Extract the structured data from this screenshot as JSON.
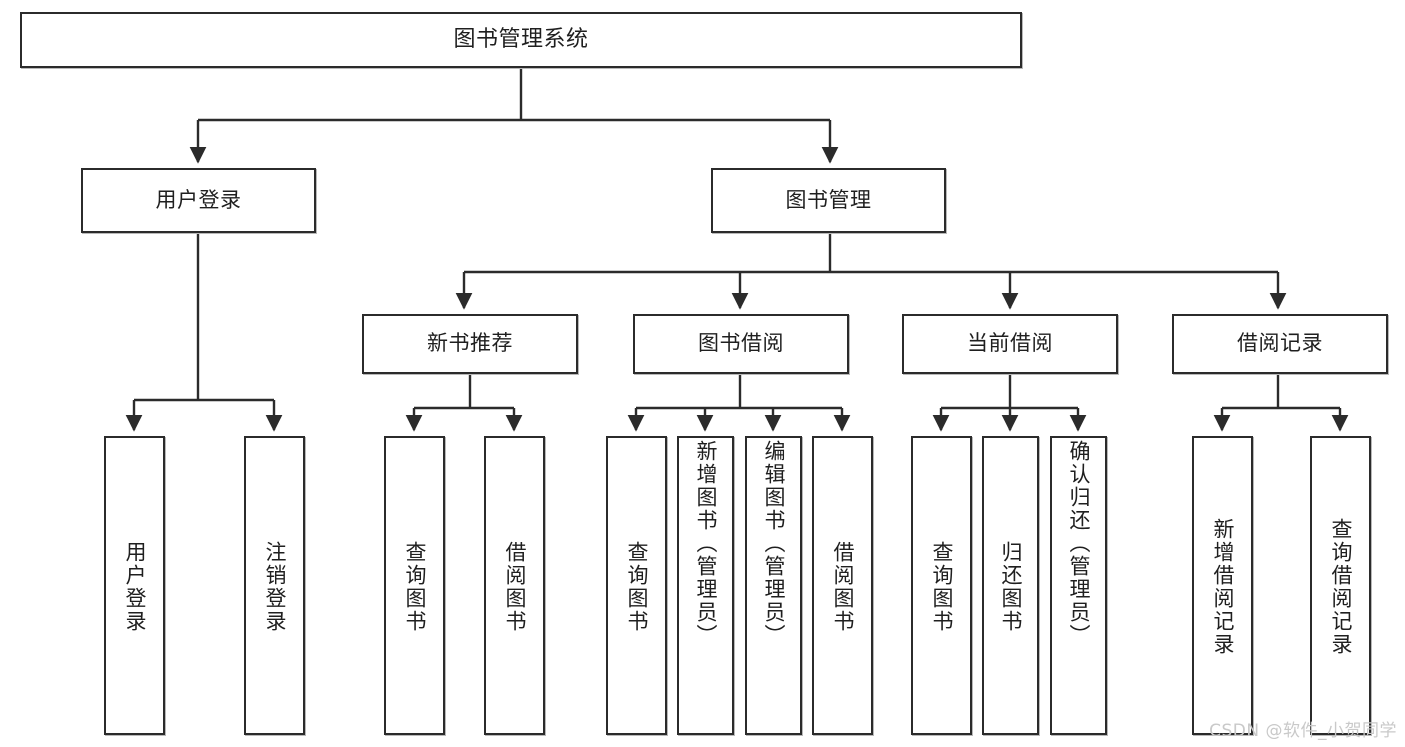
{
  "diagram": {
    "title": "图书管理系统",
    "type": "tree-hierarchy-diagram",
    "watermark": "CSDN @软件_小贺同学",
    "colors": {
      "box_border": "#2b2b2b",
      "box_fill": "#ffffff",
      "text": "#1f1f1f",
      "edge": "#2b2b2b",
      "watermark": "#c9c9c9",
      "background": "#ffffff"
    },
    "nodes": {
      "root": {
        "label": "图书管理系统"
      },
      "level2": [
        {
          "label": "用户登录"
        },
        {
          "label": "图书管理"
        }
      ],
      "level3": [
        {
          "label": "新书推荐"
        },
        {
          "label": "图书借阅"
        },
        {
          "label": "当前借阅"
        },
        {
          "label": "借阅记录"
        }
      ],
      "leaves": {
        "user_login": [
          {
            "label": "用户登录"
          },
          {
            "label": "注销登录"
          }
        ],
        "new_book_recommend": [
          {
            "label": "查询图书"
          },
          {
            "label": "借阅图书"
          }
        ],
        "book_borrow": [
          {
            "label": "查询图书"
          },
          {
            "label": "新增图书（管理员）"
          },
          {
            "label": "编辑图书（管理员）"
          },
          {
            "label": "借阅图书"
          }
        ],
        "current_borrow": [
          {
            "label": "查询图书"
          },
          {
            "label": "归还图书"
          },
          {
            "label": "确认归还（管理员）"
          }
        ],
        "borrow_record": [
          {
            "label": "新增借阅记录"
          },
          {
            "label": "查询借阅记录"
          }
        ]
      }
    }
  }
}
